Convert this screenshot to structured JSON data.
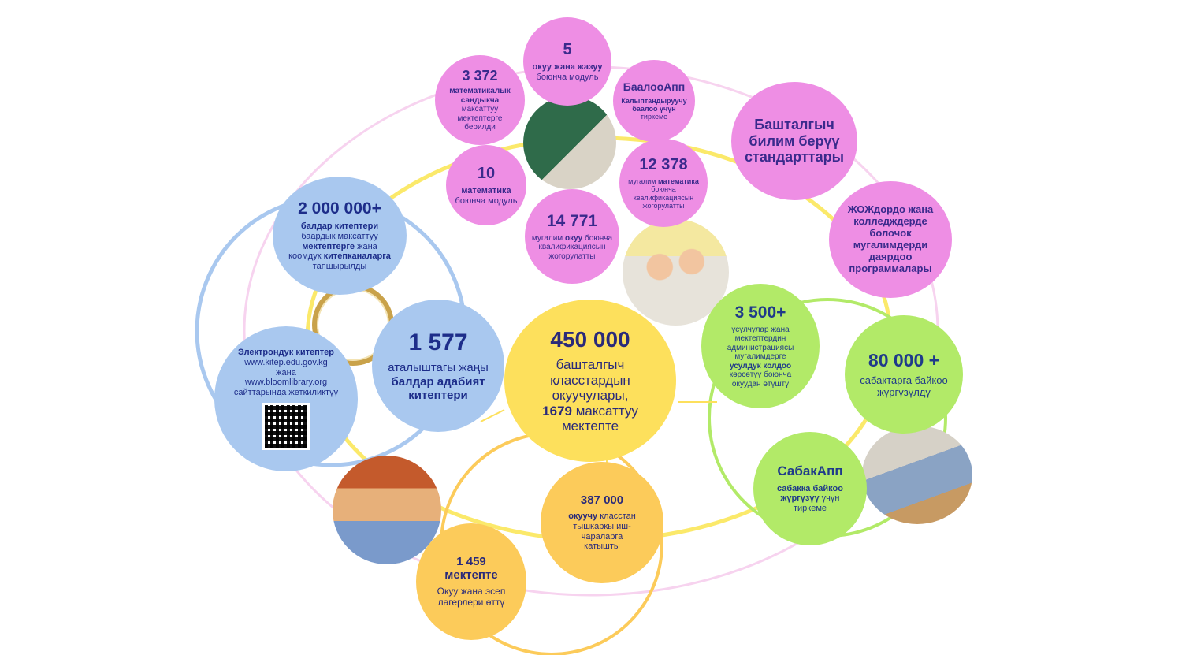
{
  "center": {
    "number": "450 000",
    "line1": "башталгыч",
    "line2": "класстардын",
    "line3": "окуучулары,",
    "num2": "1679",
    "line4": "максаттуу",
    "line5": "мектепте"
  },
  "pink": {
    "p5": {
      "number": "5",
      "bold": "окуу жана жазуу",
      "text": "боюнча модуль"
    },
    "p3372": {
      "number": "3 372",
      "bold1": "математикалык",
      "bold2": "сандыкча",
      "text1": "максаттуу",
      "text2": "мектептерге",
      "text3": "берилди"
    },
    "baaloo": {
      "title": "БаалооАпп",
      "t1": "Калыптандыруучу",
      "t2": "баалоо үчүн",
      "t3": "тиркеме"
    },
    "p12378": {
      "number": "12 378",
      "t1": "мугалим",
      "bold": "математика",
      "t2": "боюнча",
      "t3": "квалификациясын",
      "t4": "жогорулатты"
    },
    "p10": {
      "number": "10",
      "bold": "математика",
      "text": "боюнча модуль"
    },
    "p14771": {
      "number": "14 771",
      "t1": "мугалим",
      "bold": "окуу",
      "t2": "боюнча",
      "t3": "квалификациясын",
      "t4": "жогорулатты"
    },
    "standards": {
      "l1": "Башталгыч",
      "l2": "билим берүү",
      "l3": "стандарттары"
    },
    "universities": {
      "l1": "ЖОЖдордо жана",
      "l2": "колледждерде",
      "l3": "болочок",
      "l4": "мугалимдерди",
      "l5": "даярдоо",
      "l6": "программалары"
    }
  },
  "blue": {
    "b2m": {
      "number": "2 000 000+",
      "bold1": "балдар китептери",
      "t1": "баардык максаттуу",
      "bold2": "мектептерге",
      "t2": "жана",
      "t3": "коомдук",
      "bold3": "китепканаларга",
      "t4": "тапшырылды"
    },
    "b1577": {
      "number": "1 577",
      "t1": "аталыштагы жаңы",
      "bold1": "балдар адабият",
      "bold2": "китептери"
    },
    "ebooks": {
      "bold": "Электрондук китептер",
      "t1": "www.kitep.edu.gov.kg",
      "t2": "жана",
      "t3": "www.bloomlibrary.org",
      "t4": "сайттарында жеткиликтүү"
    }
  },
  "green": {
    "g3500": {
      "number": "3 500+",
      "t1": "усулчулар жана",
      "t2": "мектептердин",
      "t3": "администрациясы",
      "t4": "мугалимдерге",
      "bold": "усулдук колдоо",
      "t5": "көрсөтүү боюнча",
      "t6": "окуудан өтүштү"
    },
    "g80000": {
      "number": "80 000 +",
      "t1": "сабактарга байкоо",
      "t2": "жүргүзүлдү"
    },
    "sabak": {
      "title": "СабакАпп",
      "b1": "сабакка байкоо",
      "b2": "жүргүзүү",
      "t1": "үчүн",
      "t2": "тиркеме"
    }
  },
  "orange": {
    "o387": {
      "number": "387 000",
      "bold": "окуучу",
      "t1": "класстан",
      "t2": "тышкаркы иш-",
      "t3": "чараларга",
      "t4": "катышты"
    },
    "o1459": {
      "number": "1 459",
      "bold": "мектепте",
      "t1": "Окуу жана эсеп",
      "t2": "лагерлери өттү"
    }
  },
  "colors": {
    "pink": "#ee8ee4",
    "blue": "#a9c8ef",
    "yellow": "#fde05c",
    "orange": "#fccb5a",
    "green": "#b2ea68",
    "text": "#2a2a7a"
  }
}
